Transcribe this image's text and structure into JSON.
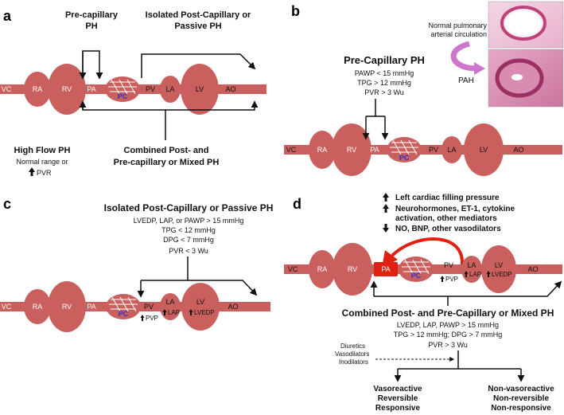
{
  "panels": {
    "a": {
      "letter": "a",
      "precap_line1": "Pre-capillary",
      "precap_line2": "PH",
      "ispc_line1": "Isolated Post-Capillary or",
      "ispc_line2": "Passive PH",
      "combined_line1": "Combined Post- and",
      "combined_line2": "Pre-capillary or Mixed PH",
      "highflow_line1": "High Flow PH",
      "highflow_line2": "Normal range  or",
      "highflow_line3": "PVR",
      "labels": {
        "vc": "VC",
        "ra": "RA",
        "rv": "RV",
        "pa": "PA",
        "pc": "PC",
        "pv": "PV",
        "la": "LA",
        "lv": "LV",
        "ao": "AO"
      }
    },
    "b": {
      "letter": "b",
      "title": "Pre-Capillary PH",
      "crit1": "PAWP < 15 mmHg",
      "crit2": "TPG > 12 mmHg",
      "crit3": "PVR > 3 Wu",
      "normal_line1": "Normal pulmonary",
      "normal_line2": "arterial circulation",
      "pah": "PAH",
      "labels": {
        "vc": "VC",
        "ra": "RA",
        "rv": "RV",
        "pa": "PA",
        "pc": "PC",
        "pv": "PV",
        "la": "LA",
        "lv": "LV",
        "ao": "AO"
      }
    },
    "c": {
      "letter": "c",
      "title": "Isolated Post-Capillary or Passive PH",
      "crit1": "LVEDP, LAP, or PAWP > 15 mmHg",
      "crit2": "TPG < 12 mmHg",
      "crit3": "DPG < 7 mmHg",
      "crit4": "PVR < 3 Wu",
      "labels": {
        "vc": "VC",
        "ra": "RA",
        "rv": "RV",
        "pa": "PA",
        "pc": "PC",
        "pv": "PV",
        "la": "LA",
        "lv": "LV",
        "ao": "AO",
        "pvp": "PVP",
        "lap": "LAP",
        "lvedp": "LVEDP"
      }
    },
    "d": {
      "letter": "d",
      "bullet1": "Left cardiac filling pressure",
      "bullet2a": "Neurohormones, ET-1, cytokine",
      "bullet2b": "activation, other mediators",
      "bullet3": "NO, BNP, other vasodilators",
      "title": "Combined Post- and Pre-Capillary or Mixed PH",
      "crit1": "LVEDP, LAP, PAWP > 15 mmHg",
      "crit2": "TPG > 12 mmHg; DPG > 7 mmHg",
      "crit3": "PVR > 3 Wu",
      "tx1": "Diuretics",
      "tx2": "Vasodilators",
      "tx3": "Inodilators",
      "left1": "Vasoreactive",
      "left2": "Reversible",
      "left3": "Responsive",
      "right1": "Non-vasoreactive",
      "right2": "Non-reversible",
      "right3": "Non-responsive",
      "labels": {
        "vc": "VC",
        "ra": "RA",
        "rv": "RV",
        "pa": "PA",
        "pc": "PC",
        "pv": "PV",
        "la": "LA",
        "lv": "LV",
        "ao": "AO",
        "pvp": "PVP",
        "lap": "LAP",
        "lvedp": "LVEDP"
      }
    }
  },
  "colors": {
    "organ": "#c9605e",
    "vessel": "#cf6b69",
    "pc_text": "#3333cc",
    "arrow": "#111111",
    "highlight": "#e02010"
  }
}
